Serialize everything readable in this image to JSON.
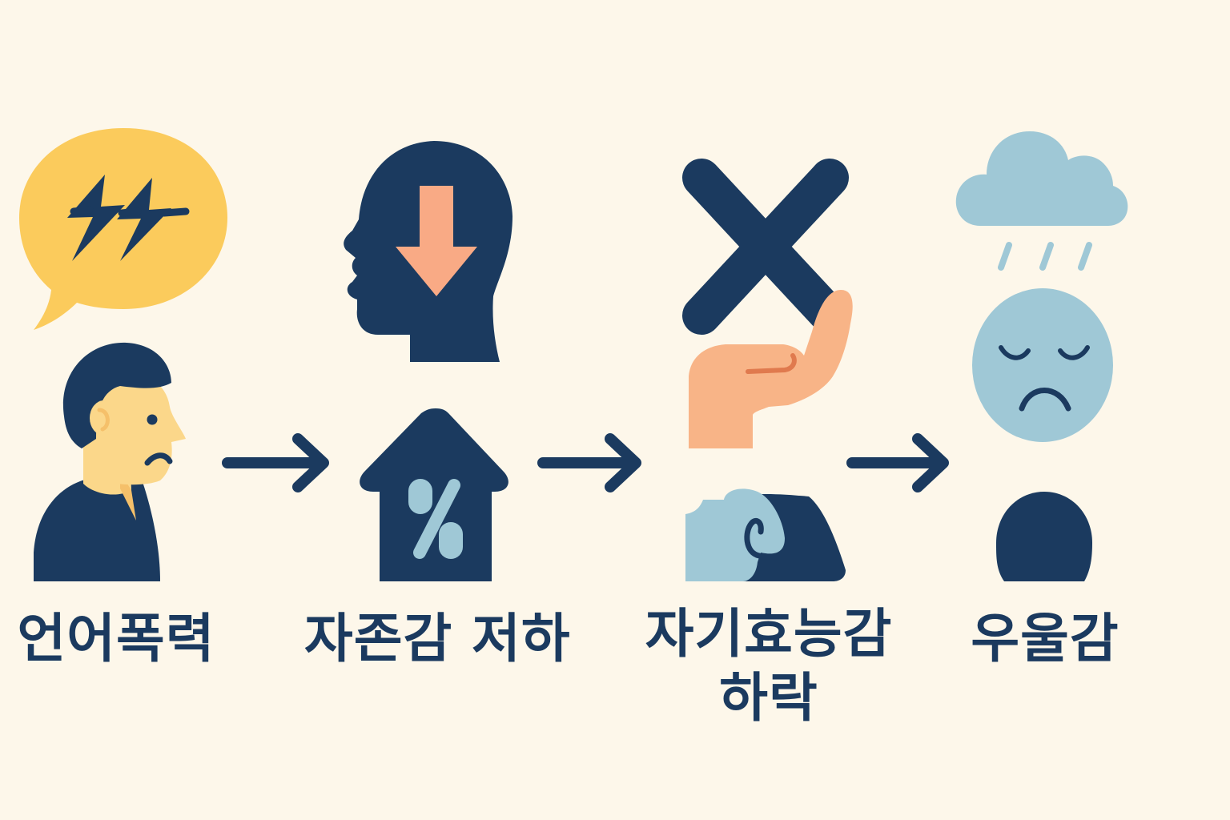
{
  "steps": [
    {
      "label": "언어폭력"
    },
    {
      "label": "자존감 저하"
    },
    {
      "label": "자기효능감 하락"
    },
    {
      "label": "우울감"
    }
  ],
  "colors": {
    "background": "#FDF7EA",
    "navy": "#1B3A5F",
    "yellow": "#FBCB5C",
    "skin": "#FBD78A",
    "peach": "#F9AA85",
    "hand": "#F8B487",
    "light_blue": "#9FC8D6"
  },
  "icons": [
    "speech-bubble-lightning-icon",
    "sad-person-icon",
    "head-down-arrow-icon",
    "house-percent-icon",
    "x-mark-icon",
    "hand-icon",
    "fist-icon",
    "rain-cloud-icon",
    "sad-face-icon",
    "head-silhouette-icon",
    "arrow-right-icon"
  ]
}
